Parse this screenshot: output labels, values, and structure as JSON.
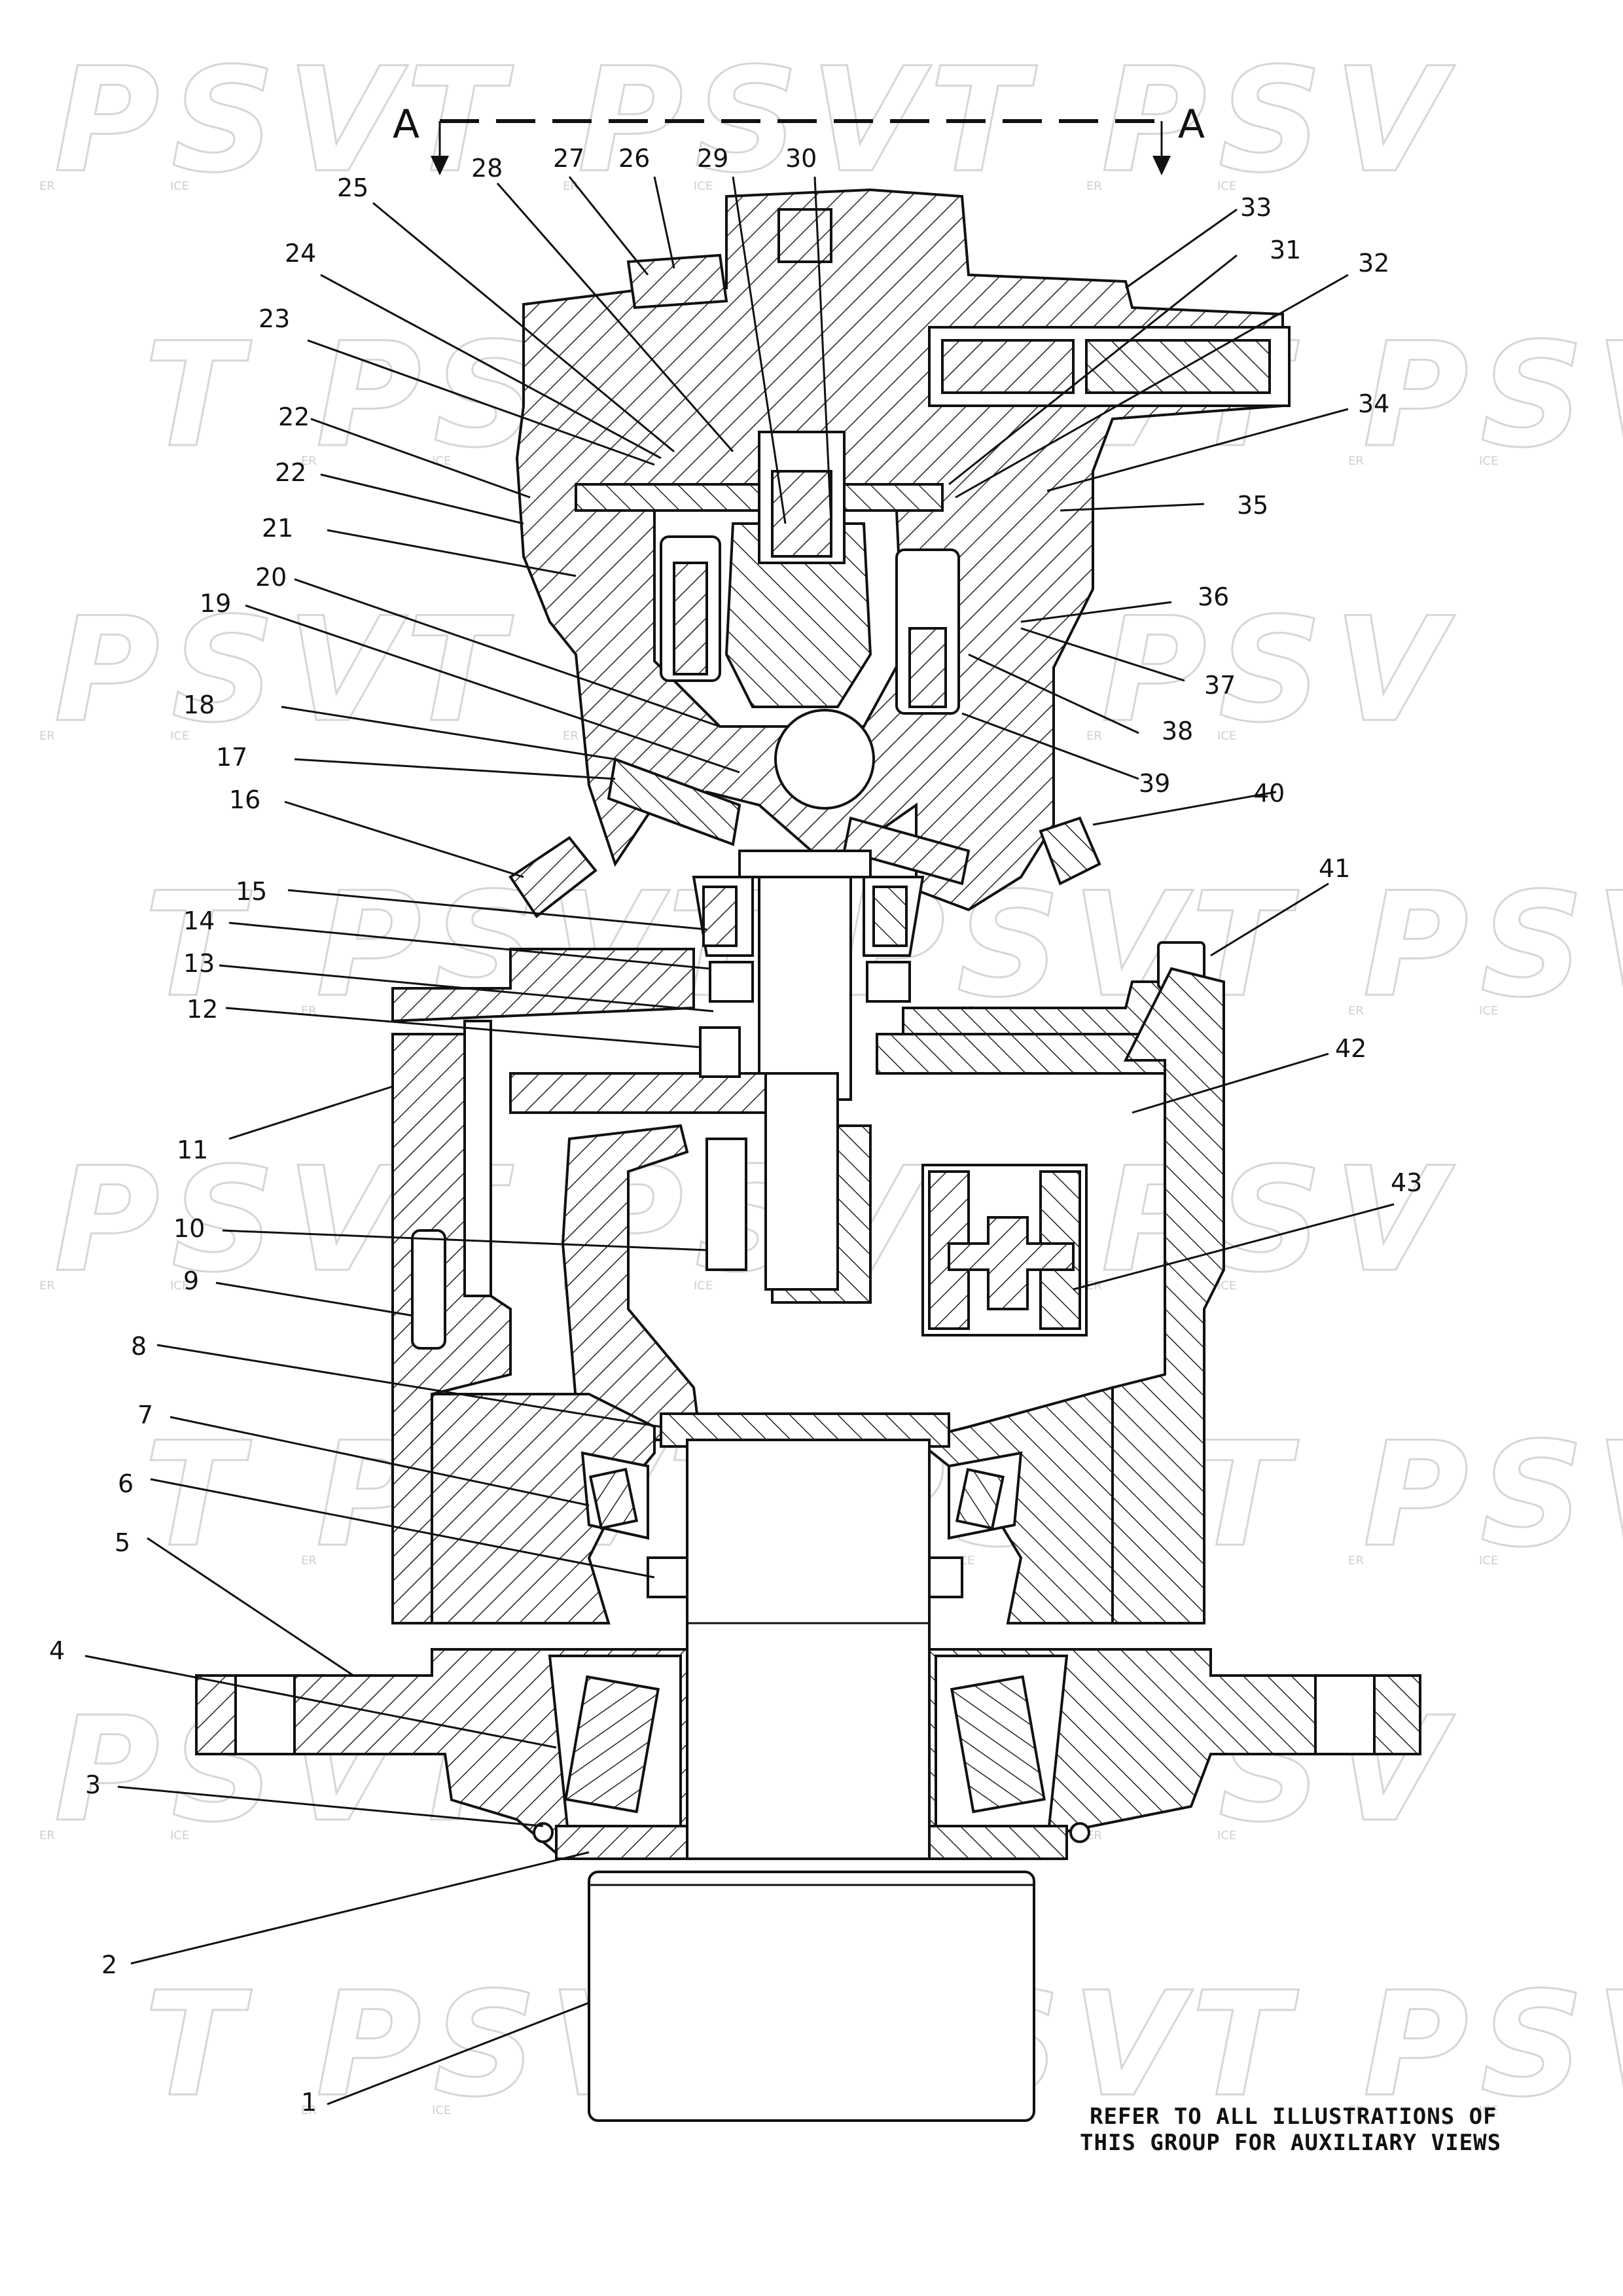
{
  "section": {
    "mark_left": "A",
    "mark_right": "A"
  },
  "callouts": [
    {
      "n": "1"
    },
    {
      "n": "2"
    },
    {
      "n": "3"
    },
    {
      "n": "4"
    },
    {
      "n": "5"
    },
    {
      "n": "6"
    },
    {
      "n": "7"
    },
    {
      "n": "8"
    },
    {
      "n": "9"
    },
    {
      "n": "10"
    },
    {
      "n": "11"
    },
    {
      "n": "12"
    },
    {
      "n": "13"
    },
    {
      "n": "14"
    },
    {
      "n": "15"
    },
    {
      "n": "16"
    },
    {
      "n": "17"
    },
    {
      "n": "18"
    },
    {
      "n": "19"
    },
    {
      "n": "20"
    },
    {
      "n": "21"
    },
    {
      "n": "22"
    },
    {
      "n": "22"
    },
    {
      "n": "23"
    },
    {
      "n": "24"
    },
    {
      "n": "25"
    },
    {
      "n": "26"
    },
    {
      "n": "27"
    },
    {
      "n": "28"
    },
    {
      "n": "29"
    },
    {
      "n": "30"
    },
    {
      "n": "31"
    },
    {
      "n": "32"
    },
    {
      "n": "33"
    },
    {
      "n": "34"
    },
    {
      "n": "35"
    },
    {
      "n": "36"
    },
    {
      "n": "37"
    },
    {
      "n": "38"
    },
    {
      "n": "39"
    },
    {
      "n": "40"
    },
    {
      "n": "41"
    },
    {
      "n": "42"
    },
    {
      "n": "43"
    }
  ],
  "note": {
    "line1": "REFER TO ALL ILLUSTRATIONS OF",
    "line2": "THIS GROUP FOR AUXILIARY VIEWS"
  },
  "watermark": {
    "text": "T PSV",
    "sub1": "ER",
    "sub2": "ICE"
  }
}
